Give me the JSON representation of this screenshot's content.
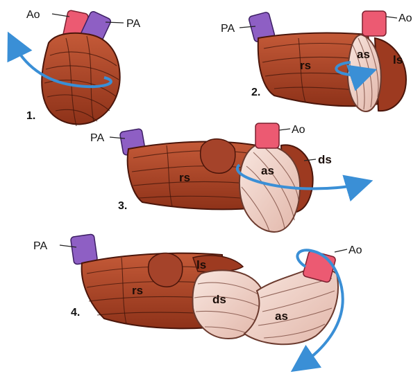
{
  "colors": {
    "muscle": "#b34a2c",
    "muscle_dark": "#6e2414",
    "muscle_light_segment": "#f3d8cf",
    "aorta": "#ec5a72",
    "pulmonary_artery": "#8e5fc4",
    "arrow": "#3a8fd6"
  },
  "panels": [
    {
      "number": "1.",
      "labels": {
        "ao": "Ao",
        "pa": "PA"
      }
    },
    {
      "number": "2.",
      "labels": {
        "ao": "Ao",
        "pa": "PA",
        "rs": "rs",
        "as": "as",
        "ls": "ls"
      }
    },
    {
      "number": "3.",
      "labels": {
        "ao": "Ao",
        "pa": "PA",
        "rs": "rs",
        "as": "as",
        "ds": "ds"
      }
    },
    {
      "number": "4.",
      "labels": {
        "ao": "Ao",
        "pa": "PA",
        "rs": "rs",
        "ls": "ls",
        "ds": "ds",
        "as": "as"
      }
    }
  ]
}
